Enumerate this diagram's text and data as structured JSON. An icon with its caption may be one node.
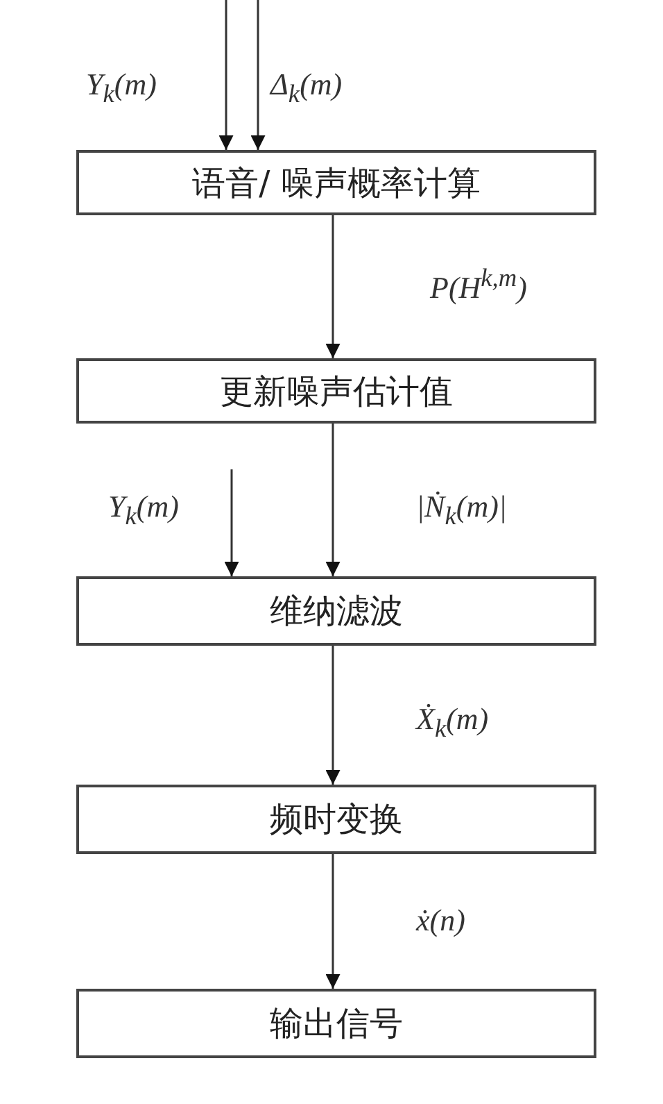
{
  "diagram": {
    "nodes": [
      {
        "text": [
          "语音/ 噪声概率计算"
        ]
      },
      {
        "text": [
          "更新噪声估计值"
        ]
      },
      {
        "text": [
          "维纳滤波"
        ]
      },
      {
        "text": [
          "频时变换"
        ]
      },
      {
        "text": [
          "输出信号"
        ]
      }
    ],
    "edges": [
      {
        "from": null,
        "to": 0,
        "arrow": "to",
        "label": "Y$_{k}$(m)"
      },
      {
        "from": null,
        "to": 0,
        "arrow": "to",
        "label": "Δ$_{k}$(m)"
      },
      {
        "from": 0,
        "to": 1,
        "arrow": "to",
        "label": "P(H$^{k,m}$)"
      },
      {
        "from": null,
        "to": 2,
        "arrow": "to",
        "label": "Y$_{k}$(m)"
      },
      {
        "from": 1,
        "to": 2,
        "arrow": "to",
        "label": "|Ṅ$_{k}$(m)|"
      },
      {
        "from": 2,
        "to": 3,
        "arrow": "to",
        "label": "Ẋ$_{k}$(m)"
      },
      {
        "from": 3,
        "to": 4,
        "arrow": "to",
        "label": "ẋ(n)"
      }
    ]
  }
}
